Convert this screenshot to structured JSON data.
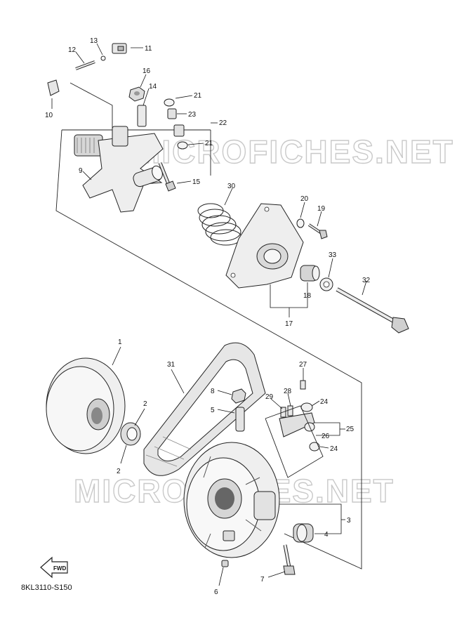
{
  "diagram_code": "8KL3110-S150",
  "fwd_label": "FWD",
  "watermark_text": "MICROFICHES.NET",
  "colors": {
    "line": "#222222",
    "part_fill": "#ececec",
    "part_shade": "#b8b8b8",
    "watermark": "#c9c9c9"
  },
  "callouts": {
    "c1": "1",
    "c2a": "2",
    "c2b": "2",
    "c3": "3",
    "c4": "4",
    "c5": "5",
    "c6": "6",
    "c7": "7",
    "c8": "8",
    "c9": "9",
    "c10": "10",
    "c11": "11",
    "c12": "12",
    "c13": "13",
    "c14": "14",
    "c15": "15",
    "c16": "16",
    "c17": "17",
    "c18": "18",
    "c19": "19",
    "c20": "20",
    "c21a": "21",
    "c21b": "21",
    "c22": "22",
    "c23": "23",
    "c24a": "24",
    "c24b": "24",
    "c25": "25",
    "c26": "26",
    "c27": "27",
    "c28": "28",
    "c29": "29",
    "c30": "30",
    "c31": "31",
    "c32": "32",
    "c33": "33"
  }
}
